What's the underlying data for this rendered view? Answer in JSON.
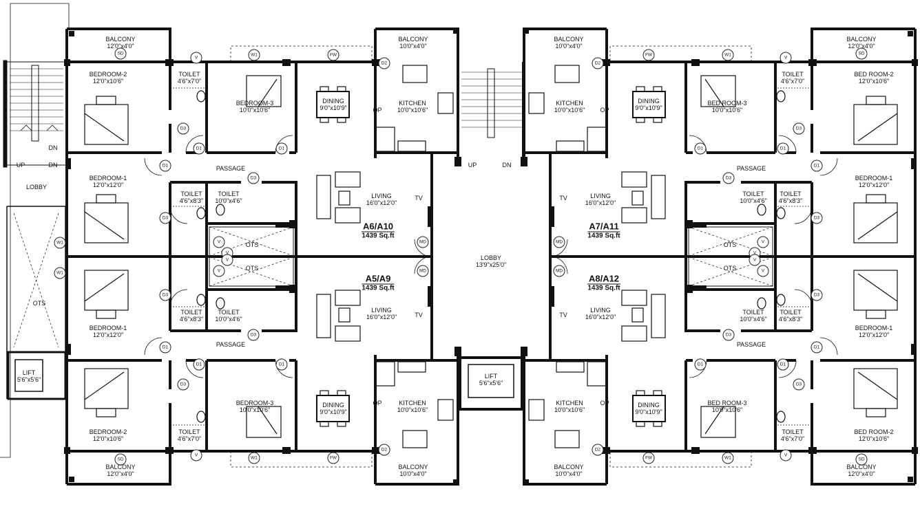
{
  "units": [
    {
      "code": "A6/A10",
      "area": "1439 Sq.ft",
      "rooms": [
        {
          "name": "BALCONY",
          "size": "12'0\"x4'0\""
        },
        {
          "name": "BEDROOM-2",
          "size": "12'0\"x10'6\""
        },
        {
          "name": "TOILET",
          "size": "4'6\"x7'0\""
        },
        {
          "name": "BEDROOM-3",
          "size": "10'0\"x10'6\""
        },
        {
          "name": "DINING",
          "size": "9'0\"x10'9\""
        },
        {
          "name": "BALCONY",
          "size": "10'0\"x4'0\""
        },
        {
          "name": "KITCHEN",
          "size": "10'0\"x10'6\""
        },
        {
          "name": "BEDROOM-1",
          "size": "12'0\"x12'0\""
        },
        {
          "name": "TOILET",
          "size": "4'6\"x8'3\""
        },
        {
          "name": "TOILET",
          "size": "10'0\"x4'6\""
        },
        {
          "name": "LIVING",
          "size": "16'0\"x12'0\""
        },
        {
          "name": "PASSAGE",
          "size": ""
        },
        {
          "name": "OP",
          "size": ""
        },
        {
          "name": "TV",
          "size": ""
        },
        {
          "name": "OTS",
          "size": ""
        }
      ]
    },
    {
      "code": "A5/A9",
      "area": "1439 Sq.ft",
      "rooms": [
        {
          "name": "BALCONY",
          "size": "12'0\"x4'0\""
        },
        {
          "name": "BEDROOM-2",
          "size": "12'0\"x10'6\""
        },
        {
          "name": "TOILET",
          "size": "4'6\"x7'0\""
        },
        {
          "name": "BEDROOM-3",
          "size": "10'0\"x10'6\""
        },
        {
          "name": "DINING",
          "size": "9'0\"x10'9\""
        },
        {
          "name": "BALCONY",
          "size": "10'0\"x4'0\""
        },
        {
          "name": "KITCHEN",
          "size": "10'0\"x10'6\""
        },
        {
          "name": "BEDROOM-1",
          "size": "12'0\"x12'0\""
        },
        {
          "name": "TOILET",
          "size": "4'6\"x8'3\""
        },
        {
          "name": "TOILET",
          "size": "10'0\"x4'6\""
        },
        {
          "name": "LIVING",
          "size": "16'0\"x12'0\""
        },
        {
          "name": "PASSAGE",
          "size": ""
        },
        {
          "name": "OP",
          "size": ""
        },
        {
          "name": "TV",
          "size": ""
        },
        {
          "name": "OTS",
          "size": ""
        }
      ]
    },
    {
      "code": "A7/A11",
      "area": "1439 Sq.ft",
      "rooms": [
        {
          "name": "BALCONY",
          "size": "12'0\"x4'0\""
        },
        {
          "name": "BED ROOM-2",
          "size": "12'0\"x10'6\""
        },
        {
          "name": "TOILET",
          "size": "4'6\"x7'0\""
        },
        {
          "name": "BED ROOM-3",
          "size": "10'0\"x10'6\""
        },
        {
          "name": "DINING",
          "size": "9'0\"x10'9\""
        },
        {
          "name": "BALCONY",
          "size": "10'0\"x4'0\""
        },
        {
          "name": "KITCHEN",
          "size": "10'0\"x10'6\""
        },
        {
          "name": "BEDROOM-1",
          "size": "12'0\"x12'0\""
        },
        {
          "name": "TOILET",
          "size": "4'6\"x8'3\""
        },
        {
          "name": "TOILET",
          "size": "10'0\"x4'6\""
        },
        {
          "name": "LIVING",
          "size": "16'0\"x12'0\""
        },
        {
          "name": "PASSAGE",
          "size": ""
        },
        {
          "name": "OP",
          "size": ""
        },
        {
          "name": "TV",
          "size": ""
        },
        {
          "name": "OTS",
          "size": ""
        }
      ]
    },
    {
      "code": "A8/A12",
      "area": "1439 Sq.ft",
      "rooms": [
        {
          "name": "BALCONY",
          "size": "12'0\"x4'0\""
        },
        {
          "name": "BED ROOM-2",
          "size": "12'0\"x10'6\""
        },
        {
          "name": "TOILET",
          "size": "4'6\"x7'0\""
        },
        {
          "name": "BED ROOM-3",
          "size": "10'0\"x10'6\""
        },
        {
          "name": "DINING",
          "size": "9'0\"x10'9\""
        },
        {
          "name": "BALCONY",
          "size": "10'0\"x4'0\""
        },
        {
          "name": "KITCHEN",
          "size": "10'0\"x10'6\""
        },
        {
          "name": "BEDROOM-1",
          "size": "12'0\"x12'0\""
        },
        {
          "name": "TOILET",
          "size": "4'6\"x8'3\""
        },
        {
          "name": "TOILET",
          "size": "10'0\"x4'6\""
        },
        {
          "name": "LIVING",
          "size": "16'0\"x12'0\""
        },
        {
          "name": "PASSAGE",
          "size": ""
        },
        {
          "name": "OP",
          "size": ""
        },
        {
          "name": "TV",
          "size": ""
        },
        {
          "name": "OTS",
          "size": ""
        }
      ]
    }
  ],
  "door_tags": [
    "SD",
    "V",
    "W1",
    "FW",
    "D2",
    "D3",
    "D1",
    "D1",
    "D1",
    "D3",
    "D3",
    "MD",
    "V",
    "V"
  ],
  "common": {
    "lobby_left": "LOBBY",
    "ots_left": "OTS",
    "window_tag": "W1",
    "lift_left": {
      "name": "LIFT",
      "size": "5'6\"x5'6\""
    },
    "lobby_center": {
      "name": "LOBBY",
      "size": "13'9\"x25'0\""
    },
    "lift_center": {
      "name": "LIFT",
      "size": "5'6\"x5'6\""
    },
    "stairs": {
      "up": "UP",
      "down": "DN"
    }
  }
}
